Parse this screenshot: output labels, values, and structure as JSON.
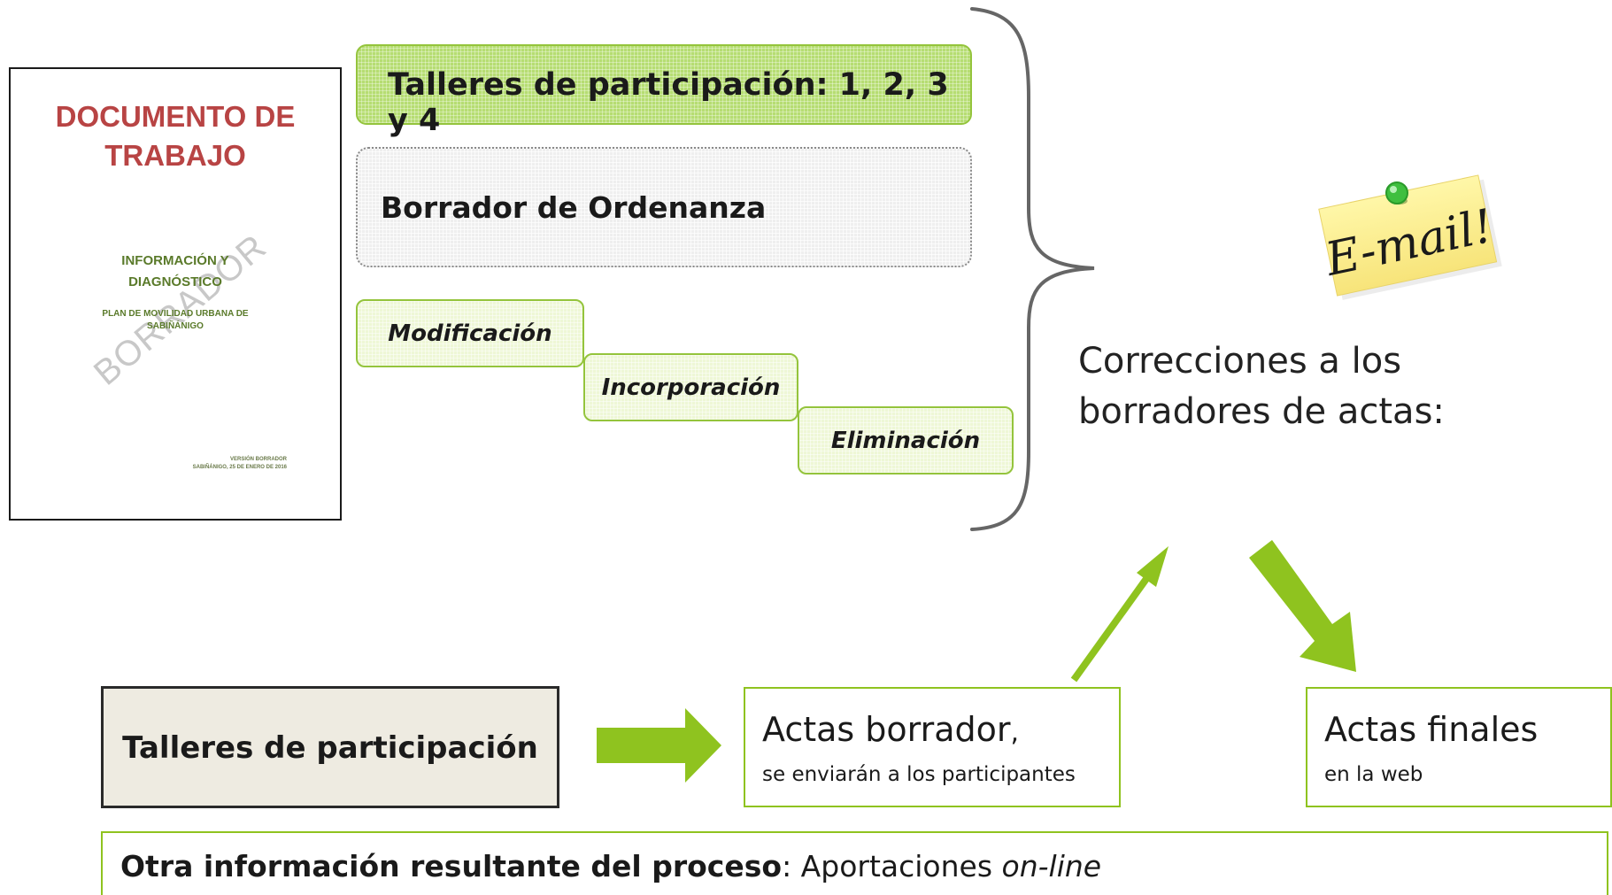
{
  "document": {
    "title_line1": "DOCUMENTO DE",
    "title_line2": "TRABAJO",
    "subtitle_line1": "INFORMACIÓN Y",
    "subtitle_line2": "DIAGNÓSTICO",
    "plan_line1": "PLAN DE MOVILIDAD URBANA DE",
    "plan_line2": "SABIÑÁNIGO",
    "watermark": "BORRADOR",
    "version_line1": "VERSIÓN BORRADOR",
    "version_line2": "SABIÑÁNIGO, 25 DE ENERO DE 2016"
  },
  "talleres_top": "Talleres de participación: 1, 2, 3 y 4",
  "borrador_ordenanza": "Borrador de Ordenanza",
  "steps": {
    "modificacion": "Modificación",
    "incorporacion": "Incorporación",
    "eliminacion": "Eliminación"
  },
  "email_sticker": {
    "text": "E-mail!",
    "icon": "pushpin-icon"
  },
  "correcciones": {
    "line1": "Correcciones a los",
    "line2": "borradores de actas:"
  },
  "process": {
    "talleres": "Talleres de participación",
    "actas_borrador_main": "Actas borrador",
    "actas_borrador_comma": ",",
    "actas_borrador_sub": "se enviarán a los participantes",
    "actas_finales_main": "Actas finales",
    "actas_finales_sub": "en la web"
  },
  "otra": {
    "bold": "Otra información resultante del proceso",
    "colon": ": Aportaciones ",
    "italic": "on-line"
  },
  "colors": {
    "accent_green": "#8fc31f",
    "doc_title_red": "#b84444"
  }
}
